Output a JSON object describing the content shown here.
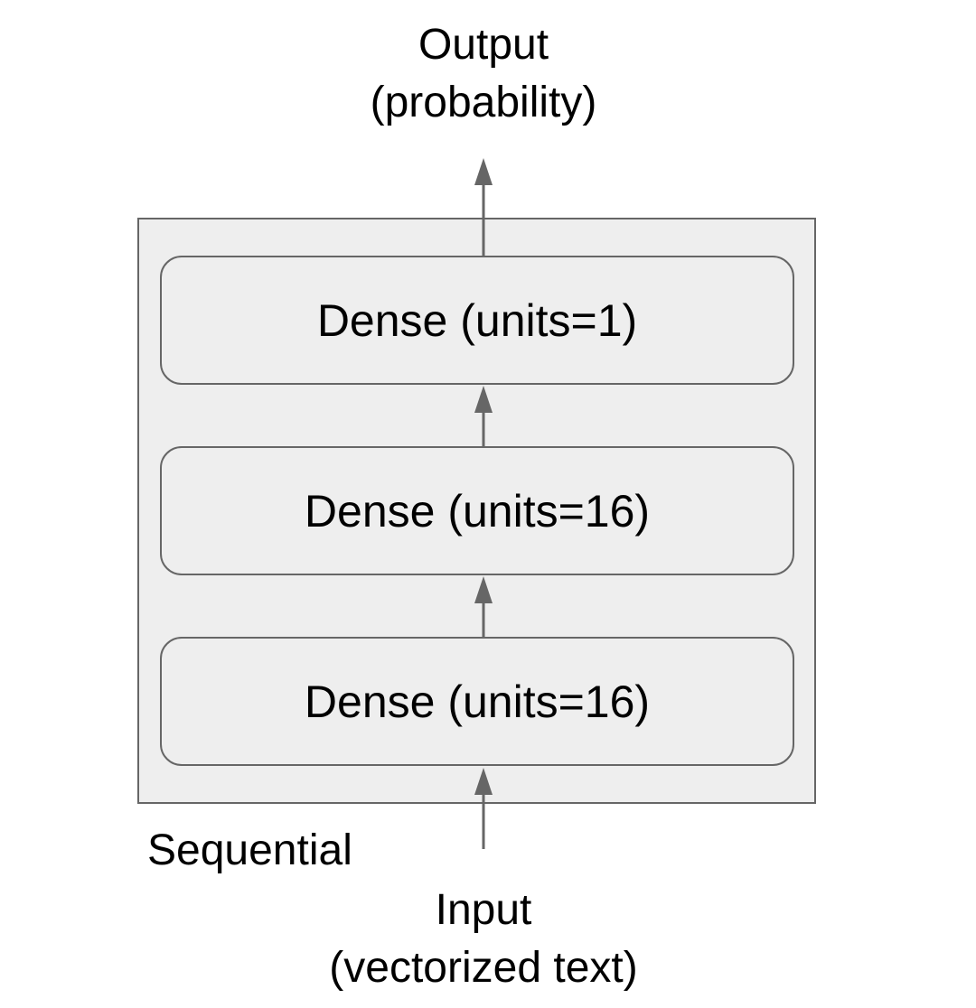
{
  "output": {
    "line1": "Output",
    "line2": "(probability)"
  },
  "container": {
    "label": "Sequential"
  },
  "layers": [
    {
      "label": "Dense (units=1)"
    },
    {
      "label": "Dense (units=16)"
    },
    {
      "label": "Dense (units=16)"
    }
  ],
  "input": {
    "line1": "Input",
    "line2": "(vectorized text)"
  },
  "colors": {
    "box_fill": "#eeeeee",
    "stroke": "#666666",
    "text": "#000000"
  }
}
